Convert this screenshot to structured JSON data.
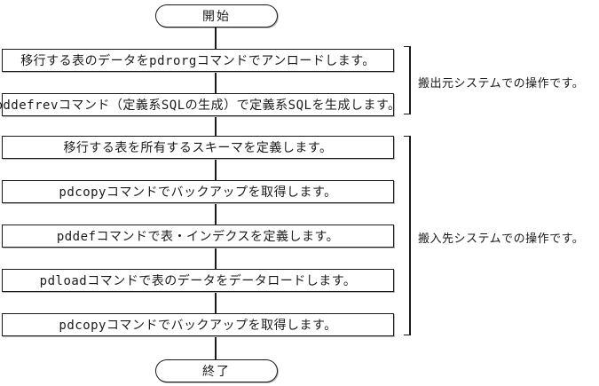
{
  "flow": {
    "start_label": "開始",
    "end_label": "終了",
    "steps": [
      "移行する表のデータをpdrorgコマンドでアンロードします。",
      "pddefrevコマンド（定義系SQLの生成）で定義系SQLを生成します。",
      "移行する表を所有するスキーマを定義します。",
      "pdcopyコマンドでバックアップを取得します。",
      "pddefコマンドで表・インデクスを定義します。",
      "pdloadコマンドで表のデータをデータロードします。",
      "pdcopyコマンドでバックアップを取得します。"
    ],
    "annotations": [
      {
        "label": "搬出元システムでの操作です。",
        "covers_steps": [
          1,
          2
        ]
      },
      {
        "label": "搬入先システムでの操作です。",
        "covers_steps": [
          3,
          4,
          5,
          6,
          7
        ]
      }
    ],
    "colors": {
      "line": "#1a1a1a",
      "text": "#1a1a1a",
      "background": "#ffffff"
    }
  }
}
